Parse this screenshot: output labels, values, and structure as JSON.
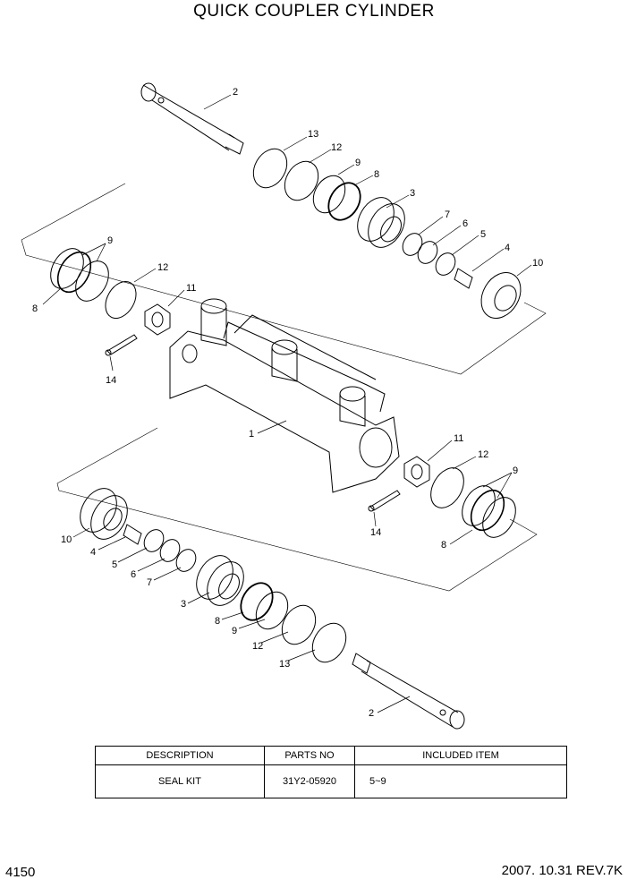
{
  "title": "QUICK COUPLER CYLINDER",
  "callouts": {
    "c_2_top": "2",
    "c_13_top": "13",
    "c_12_top": "12",
    "c_9_top": "9",
    "c_8_top": "8",
    "c_3_top": "3",
    "c_7_top": "7",
    "c_6_top": "6",
    "c_5_top": "5",
    "c_4_top": "4",
    "c_10_top": "10",
    "c_9_left": "9",
    "c_8_left": "8",
    "c_12_left": "12",
    "c_11_left": "11",
    "c_14_left": "14",
    "c_1": "1",
    "c_11_right": "11",
    "c_12_right": "12",
    "c_9_right": "9",
    "c_14_right": "14",
    "c_8_right": "8",
    "c_10_bot": "10",
    "c_4_bot": "4",
    "c_5_bot": "5",
    "c_6_bot": "6",
    "c_7_bot": "7",
    "c_3_bot": "3",
    "c_8_bot": "8",
    "c_9_bot": "9",
    "c_12_bot": "12",
    "c_13_bot": "13",
    "c_2_bot": "2"
  },
  "table": {
    "headers": [
      "DESCRIPTION",
      "PARTS NO",
      "INCLUDED ITEM"
    ],
    "rows": [
      [
        "SEAL KIT",
        "31Y2-05920",
        "5~9"
      ]
    ]
  },
  "footer": {
    "page_number": "4150",
    "revision": "2007. 10.31  REV.7K"
  }
}
